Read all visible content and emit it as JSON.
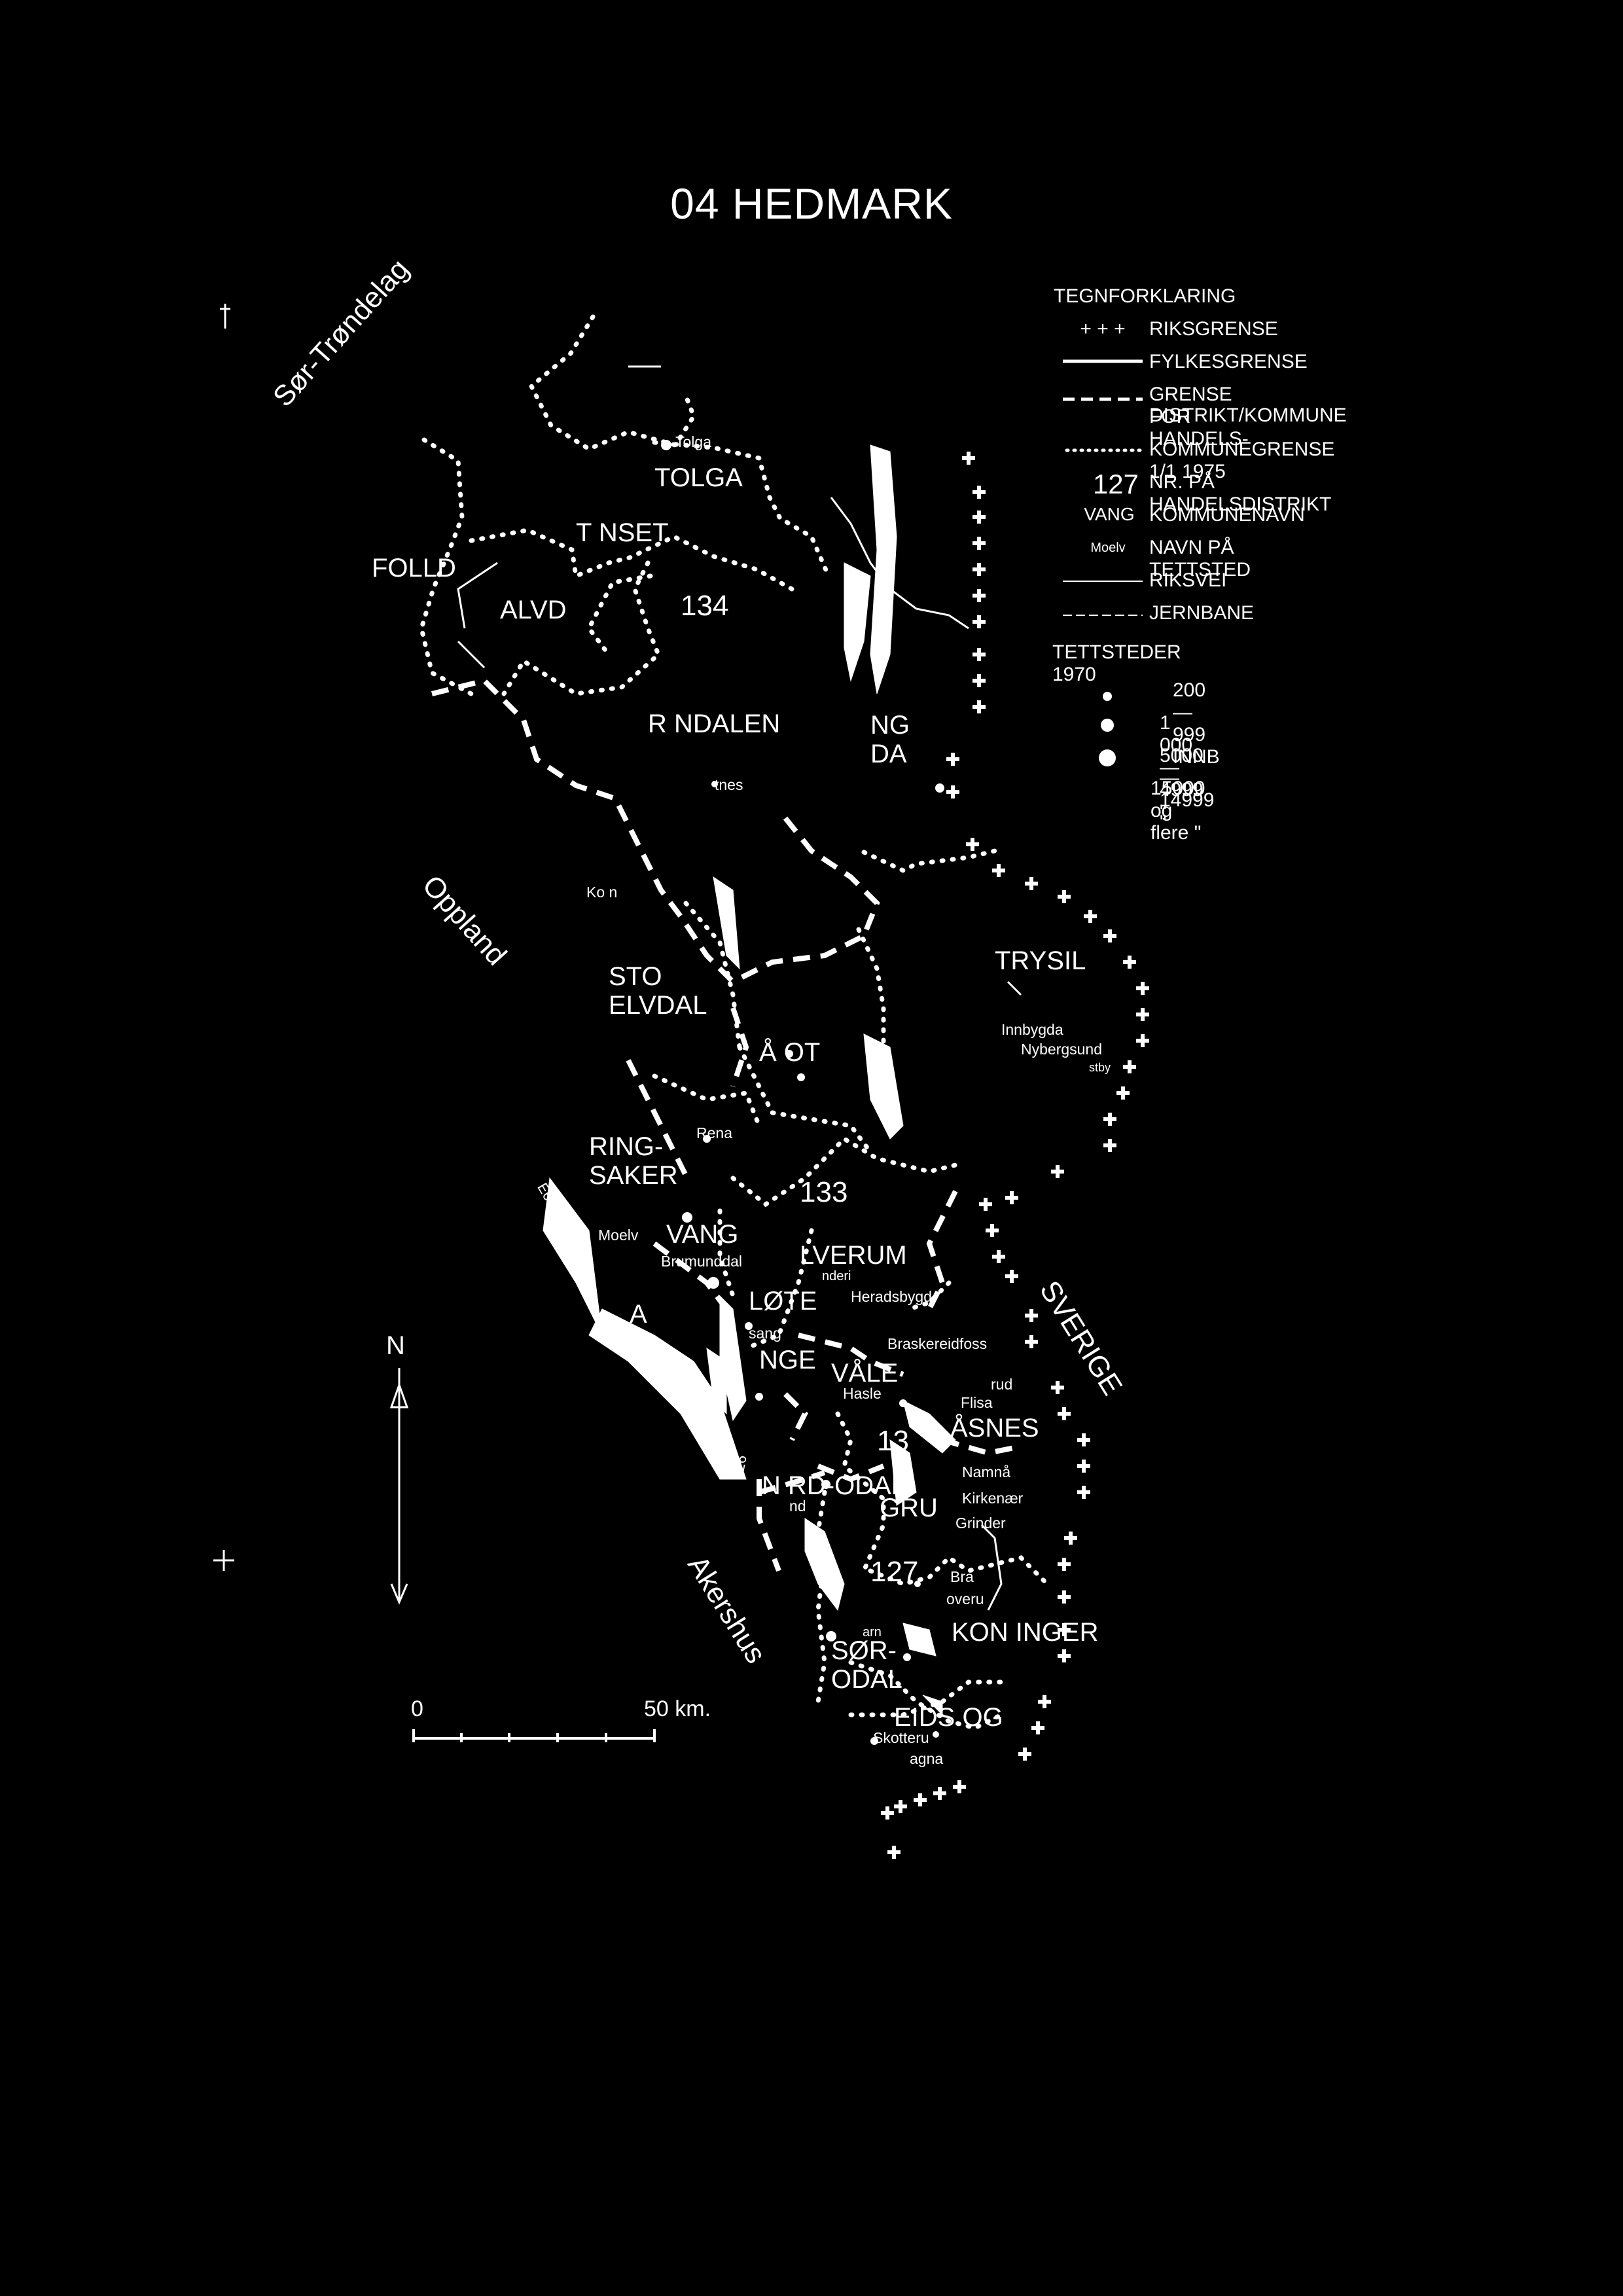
{
  "map": {
    "title": "04 HEDMARK",
    "legend": {
      "heading": "TEGNFORKLARING",
      "items": [
        {
          "symbol": "+ + +",
          "label": "RIKSGRENSE"
        },
        {
          "symbol": "",
          "label": "FYLKESGRENSE"
        },
        {
          "symbol": "",
          "label": "GRENSE FOR HANDELS-"
        },
        {
          "symbol": "",
          "label": "DISTRIKT/KOMMUNE"
        },
        {
          "symbol": "",
          "label": "KOMMUNEGRENSE 1/1 1975"
        },
        {
          "symbol": "127",
          "label": "NR. PÅ HANDELSDISTRIKT"
        },
        {
          "symbol": "VANG",
          "label": "KOMMUNENAVN"
        },
        {
          "symbol": "Moelv",
          "label": "NAVN PÅ TETTSTED"
        },
        {
          "symbol": "",
          "label": "RIKSVEI"
        },
        {
          "symbol": "",
          "label": "JERNBANE"
        }
      ],
      "tettsteder_heading": "TETTSTEDER 1970",
      "sizes": [
        {
          "label": "200 — 999 INNB"
        },
        {
          "label": "1 000 — 4999  \""
        },
        {
          "label": "5000 — 14999  \""
        },
        {
          "label": "15000 og flere  \""
        }
      ]
    },
    "regions": [
      "Sør-Trøndelag",
      "Oppland",
      "Akershus",
      "SVERIGE"
    ],
    "municipalities": [
      "TOLGA",
      "T NSET",
      "FOLLD",
      "ALVD",
      "R NDALEN",
      "NG DA",
      "STO ELVDAL",
      "TRYSIL",
      "Å OT",
      "RING- SAKER",
      "VANG",
      "LVERUM",
      "LØTE",
      "NGE",
      "VÅLE",
      "ÅSNES",
      "N RD-ODAL",
      "GRU",
      "SØR- ODAL",
      "KON INGER",
      "EIDS OG",
      "A"
    ],
    "districts": [
      "134",
      "133",
      "13",
      "127"
    ],
    "towns": [
      "Tolga",
      "tnes",
      "Ko n",
      "Rena",
      "Innbygda",
      "Nybergsund",
      "stby",
      "Moelv",
      "Brumunddal",
      "nderi",
      "Heradsbygd",
      "sang",
      "Braskereidfoss",
      "Hasle",
      "Flisa",
      "rud",
      "Namnå",
      "Kirkenær",
      "Grinder",
      "nd",
      "Bra",
      "overu",
      "arn",
      "Skotteru",
      "agna"
    ],
    "scale": {
      "zero": "0",
      "end": "50 km."
    },
    "north": "N",
    "road": "E6"
  }
}
